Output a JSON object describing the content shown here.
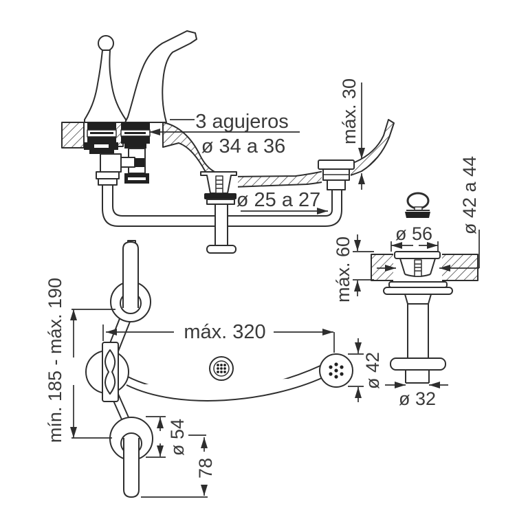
{
  "page": {
    "background": "#ffffff",
    "line_color": "#2e2e2e",
    "text_color": "#3a3a3a"
  },
  "labels": {
    "holes_count": "3 agujeros",
    "holes_diameter": "ø 34 a 36",
    "rim_thickness_max": "máx. 30",
    "shank_hole_diameter": "ø 25 a 27",
    "drain_hole_diameter": "ø 42 a 44",
    "drain_flange_diameter": "ø 56",
    "counter_thickness_max": "máx. 60",
    "spout_reach_max": "máx. 320",
    "spout_outlet_diameter": "ø 42",
    "tailpipe_diameter": "ø 32",
    "handle_span": "mín. 185 - máx. 190",
    "handle_escutcheon_diameter": "ø 54",
    "lever_projection": "78"
  }
}
